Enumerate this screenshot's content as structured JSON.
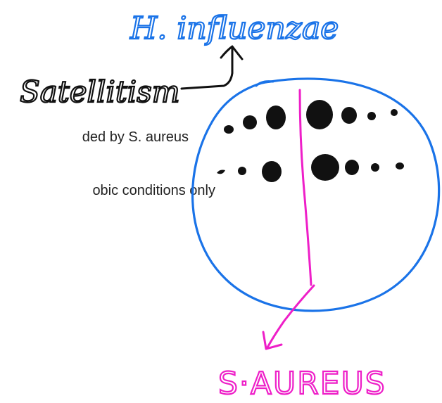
{
  "slide": {
    "bullet_1": "ded by S. aureus",
    "bullet_2": "obic conditions only"
  },
  "annotations": {
    "h_influenzae": "H. influenzae",
    "satellitism": "Satellitism",
    "s_aureus": "S·AUREUS"
  },
  "colors": {
    "blue_ink": "#1a73e8",
    "black_ink": "#111111",
    "magenta_ink": "#ee1fc8",
    "text": "#222222"
  }
}
